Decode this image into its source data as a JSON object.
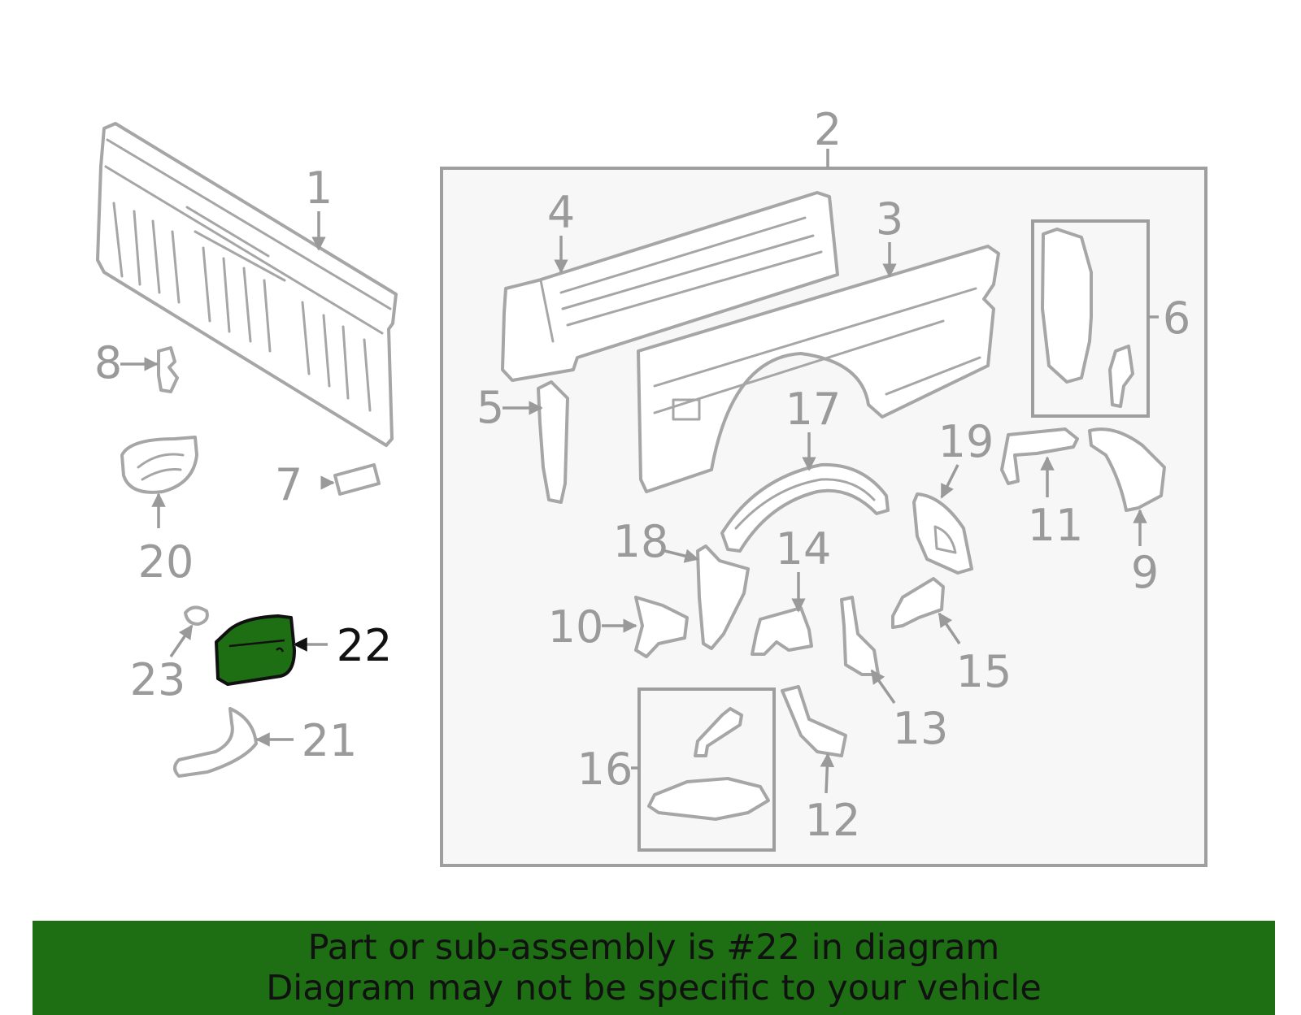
{
  "labels": {
    "l1": "1",
    "l2": "2",
    "l3": "3",
    "l4": "4",
    "l5": "5",
    "l6": "6",
    "l7": "7",
    "l8": "8",
    "l9": "9",
    "l10": "10",
    "l11": "11",
    "l12": "12",
    "l13": "13",
    "l14": "14",
    "l15": "15",
    "l16": "16",
    "l17": "17",
    "l18": "18",
    "l19": "19",
    "l20": "20",
    "l21": "21",
    "l22": "22",
    "l23": "23"
  },
  "highlight": {
    "part_number": "22",
    "color": "#1e6e14"
  },
  "footer": {
    "line1": "Part or sub-assembly is #22 in diagram",
    "line2": "Diagram may not be specific to your vehicle"
  },
  "colors": {
    "banner": "#1e6e14",
    "linework": "#a6a6a6",
    "label": "#9a9a9a",
    "panel": "#f7f7f7"
  }
}
